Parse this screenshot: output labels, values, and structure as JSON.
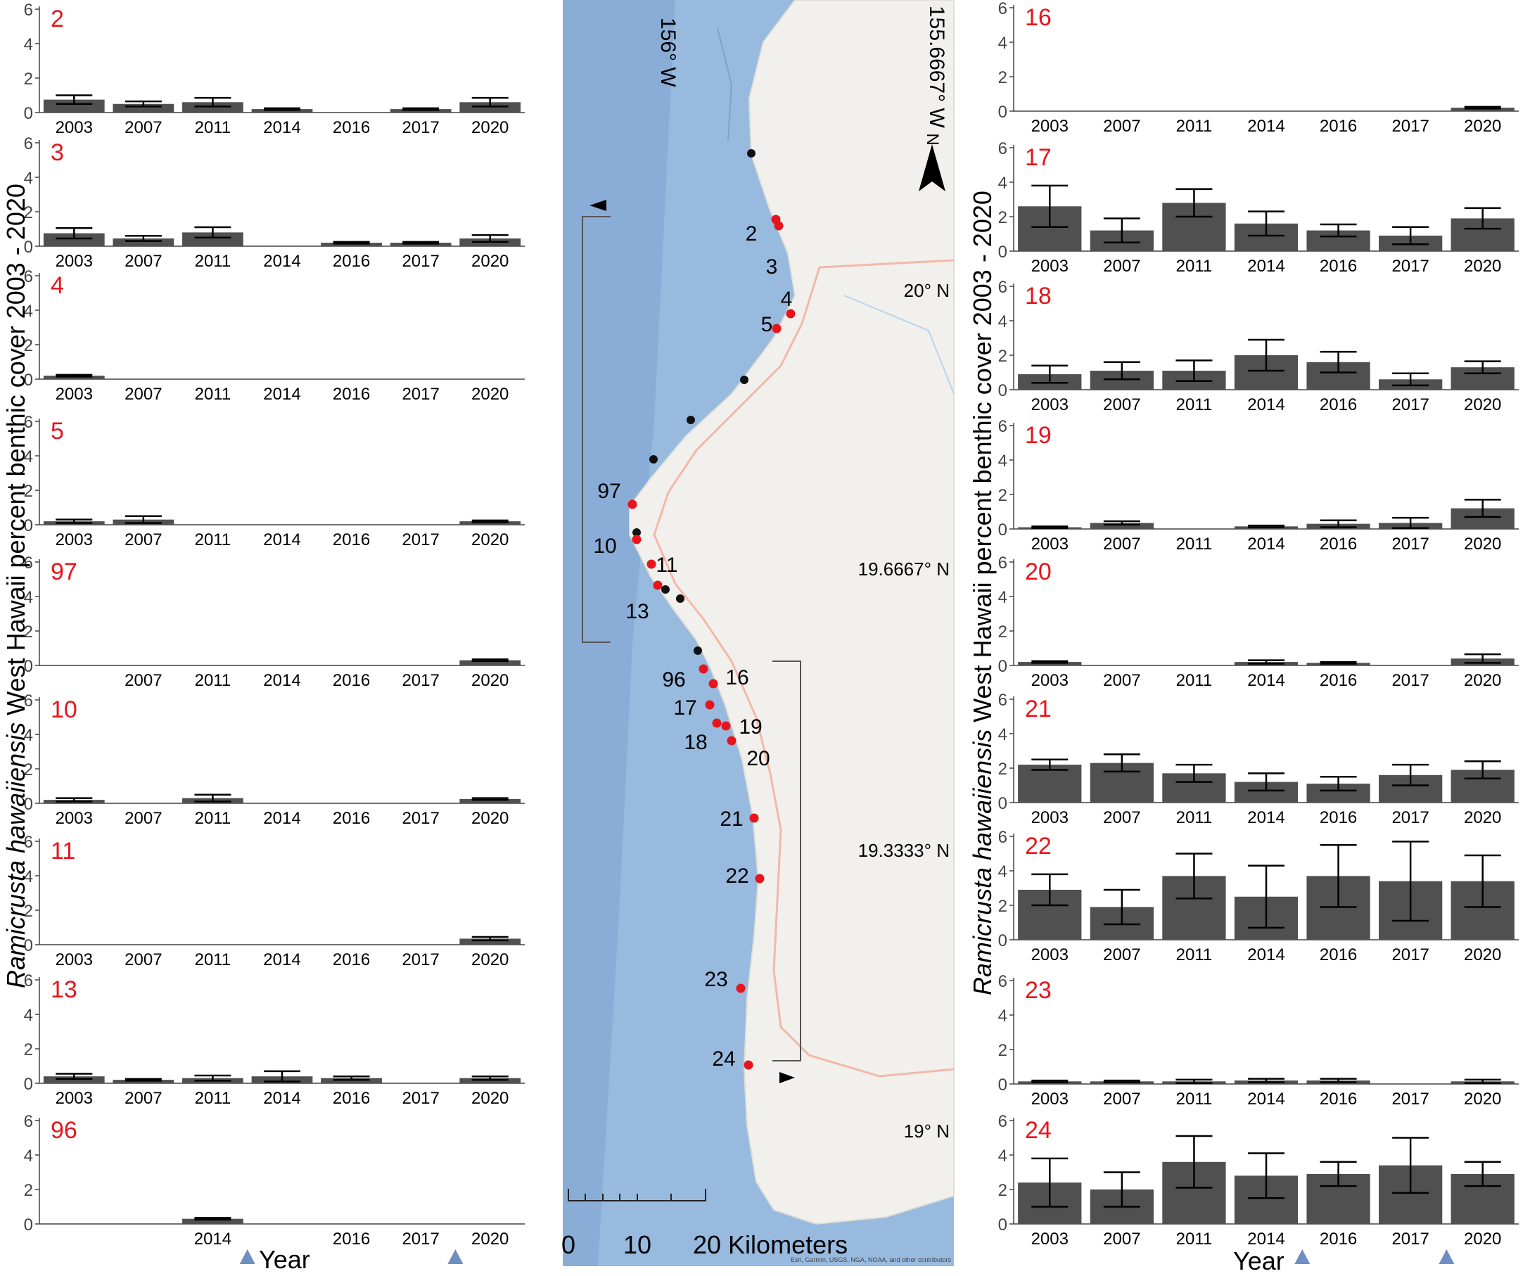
{
  "axis_labels": {
    "y_italic": "Ramicrusta hawaiiensis",
    "y_rest": " West Hawaii percent benthic cover 2003 - 2020",
    "x": "Year"
  },
  "colors": {
    "bar": "#505050",
    "panel_label": "#e8141b",
    "site_red": "#e8141b",
    "site_black": "#111111",
    "triangle": "#6f8fc0",
    "ocean": "#8fb4dc",
    "land": "#f1f0ec"
  },
  "map": {
    "lon_labels": [
      "156° W",
      "155.6667° W"
    ],
    "lat_labels": [
      "20° N",
      "19.6667° N",
      "19.3333° N",
      "19° N"
    ],
    "north_label": "N",
    "scale_labels": [
      "0",
      "10",
      "20 Kilometers"
    ],
    "attribution": "Esri, Garmin, USGS, NGA, NOAA, and other contributors",
    "site_labels": [
      "2",
      "3",
      "4",
      "5",
      "97",
      "10",
      "11",
      "13",
      "96",
      "16",
      "17",
      "19",
      "18",
      "20",
      "21",
      "22",
      "23",
      "24"
    ]
  },
  "chart_data": [
    {
      "type": "bar",
      "site": "2",
      "years": [
        "2003",
        "2007",
        "2011",
        "2014",
        "2016",
        "2017",
        "2020"
      ],
      "values": [
        0.75,
        0.5,
        0.6,
        0.2,
        null,
        0.2,
        0.6
      ],
      "error": [
        0.25,
        0.15,
        0.25,
        0.05,
        null,
        0.05,
        0.25
      ],
      "ylim": [
        0,
        6
      ],
      "yticks": [
        "0",
        "2",
        "4",
        "6"
      ]
    },
    {
      "type": "bar",
      "site": "3",
      "years": [
        "2003",
        "2007",
        "2011",
        "2014",
        "2016",
        "2017",
        "2020"
      ],
      "values": [
        0.75,
        0.45,
        0.8,
        null,
        0.2,
        0.2,
        0.45
      ],
      "error": [
        0.3,
        0.15,
        0.3,
        null,
        0.05,
        0.05,
        0.2
      ],
      "ylim": [
        0,
        6
      ],
      "yticks": [
        "0",
        "2",
        "4",
        "6"
      ]
    },
    {
      "type": "bar",
      "site": "4",
      "years": [
        "2003",
        "2007",
        "2011",
        "2014",
        "2016",
        "2017",
        "2020"
      ],
      "values": [
        0.2,
        null,
        null,
        null,
        null,
        null,
        null
      ],
      "error": [
        0.05,
        null,
        null,
        null,
        null,
        null,
        null
      ],
      "ylim": [
        0,
        6
      ],
      "yticks": [
        "0",
        "2",
        "4",
        "6"
      ]
    },
    {
      "type": "bar",
      "site": "5",
      "years": [
        "2003",
        "2007",
        "2011",
        "2014",
        "2016",
        "2017",
        "2020"
      ],
      "values": [
        0.2,
        0.3,
        null,
        null,
        null,
        null,
        0.2
      ],
      "error": [
        0.1,
        0.2,
        null,
        null,
        null,
        null,
        0.05
      ],
      "ylim": [
        0,
        6
      ],
      "yticks": [
        "0",
        "2",
        "4",
        "6"
      ]
    },
    {
      "type": "bar",
      "site": "97",
      "years": [
        "",
        "2007",
        "2011",
        "2014",
        "2016",
        "2017",
        "2020"
      ],
      "values": [
        null,
        null,
        null,
        null,
        null,
        null,
        0.3
      ],
      "error": [
        null,
        null,
        null,
        null,
        null,
        null,
        0.05
      ],
      "ylim": [
        0,
        6
      ],
      "yticks": [
        "0",
        "2",
        "4",
        "6"
      ]
    },
    {
      "type": "bar",
      "site": "10",
      "years": [
        "2003",
        "2007",
        "2011",
        "2014",
        "2016",
        "2017",
        "2020"
      ],
      "values": [
        0.2,
        null,
        0.3,
        null,
        null,
        null,
        0.25
      ],
      "error": [
        0.1,
        null,
        0.2,
        null,
        null,
        null,
        0.05
      ],
      "ylim": [
        0,
        6
      ],
      "yticks": [
        "0",
        "2",
        "4",
        "6"
      ]
    },
    {
      "type": "bar",
      "site": "11",
      "years": [
        "2003",
        "2007",
        "2011",
        "2014",
        "2016",
        "2017",
        "2020"
      ],
      "values": [
        null,
        null,
        null,
        null,
        null,
        null,
        0.35
      ],
      "error": [
        null,
        null,
        null,
        null,
        null,
        null,
        0.1
      ],
      "ylim": [
        0,
        6
      ],
      "yticks": [
        "0",
        "2",
        "4",
        "6"
      ]
    },
    {
      "type": "bar",
      "site": "13",
      "years": [
        "2003",
        "2007",
        "2011",
        "2014",
        "2016",
        "2017",
        "2020"
      ],
      "values": [
        0.4,
        0.2,
        0.3,
        0.4,
        0.3,
        null,
        0.3
      ],
      "error": [
        0.15,
        0.05,
        0.15,
        0.3,
        0.1,
        null,
        0.1
      ],
      "ylim": [
        0,
        6
      ],
      "yticks": [
        "0",
        "2",
        "4",
        "6"
      ]
    },
    {
      "type": "bar",
      "site": "96",
      "years": [
        "",
        "",
        "2014",
        "",
        "2016",
        "2017",
        "2020"
      ],
      "values": [
        null,
        null,
        0.3,
        null,
        null,
        null,
        null
      ],
      "error": [
        null,
        null,
        0.05,
        null,
        null,
        null,
        null
      ],
      "ylim": [
        0,
        6
      ],
      "yticks": [
        "0",
        "2",
        "4",
        "6"
      ],
      "triangles_after": [
        2,
        5
      ]
    },
    {
      "type": "bar",
      "site": "16",
      "years": [
        "2003",
        "2007",
        "2011",
        "2014",
        "2016",
        "2017",
        "2020"
      ],
      "values": [
        null,
        null,
        null,
        null,
        null,
        null,
        0.2
      ],
      "error": [
        null,
        null,
        null,
        null,
        null,
        null,
        0.05
      ],
      "ylim": [
        0,
        6
      ],
      "yticks": [
        "0",
        "2",
        "4",
        "6"
      ]
    },
    {
      "type": "bar",
      "site": "17",
      "years": [
        "2003",
        "2007",
        "2011",
        "2014",
        "2016",
        "2017",
        "2020"
      ],
      "values": [
        2.6,
        1.2,
        2.8,
        1.6,
        1.2,
        0.9,
        1.9
      ],
      "error": [
        1.2,
        0.7,
        0.8,
        0.7,
        0.35,
        0.5,
        0.6
      ],
      "ylim": [
        0,
        6
      ],
      "yticks": [
        "0",
        "2",
        "4",
        "6"
      ]
    },
    {
      "type": "bar",
      "site": "18",
      "years": [
        "2003",
        "2007",
        "2011",
        "2014",
        "2016",
        "2017",
        "2020"
      ],
      "values": [
        0.9,
        1.1,
        1.1,
        2.0,
        1.6,
        0.6,
        1.3
      ],
      "error": [
        0.5,
        0.5,
        0.6,
        0.9,
        0.6,
        0.35,
        0.35
      ],
      "ylim": [
        0,
        6
      ],
      "yticks": [
        "0",
        "2",
        "4",
        "6"
      ]
    },
    {
      "type": "bar",
      "site": "19",
      "years": [
        "2003",
        "2007",
        "2011",
        "2014",
        "2016",
        "2017",
        "2020"
      ],
      "values": [
        0.1,
        0.35,
        null,
        0.15,
        0.3,
        0.35,
        1.2
      ],
      "error": [
        0.05,
        0.1,
        null,
        0.05,
        0.2,
        0.3,
        0.5
      ],
      "ylim": [
        0,
        6
      ],
      "yticks": [
        "0",
        "2",
        "4",
        "6"
      ]
    },
    {
      "type": "bar",
      "site": "20",
      "years": [
        "2003",
        "2007",
        "2011",
        "2014",
        "2016",
        "2017",
        "2020"
      ],
      "values": [
        0.2,
        null,
        null,
        0.2,
        0.15,
        null,
        0.4
      ],
      "error": [
        0.05,
        null,
        null,
        0.1,
        0.05,
        null,
        0.25
      ],
      "ylim": [
        0,
        6
      ],
      "yticks": [
        "0",
        "2",
        "4",
        "6"
      ]
    },
    {
      "type": "bar",
      "site": "21",
      "years": [
        "2003",
        "2007",
        "2011",
        "2014",
        "2016",
        "2017",
        "2020"
      ],
      "values": [
        2.2,
        2.3,
        1.7,
        1.2,
        1.1,
        1.6,
        1.9
      ],
      "error": [
        0.3,
        0.5,
        0.5,
        0.5,
        0.4,
        0.6,
        0.5
      ],
      "ylim": [
        0,
        6
      ],
      "yticks": [
        "0",
        "2",
        "4",
        "6"
      ]
    },
    {
      "type": "bar",
      "site": "22",
      "years": [
        "2003",
        "2007",
        "2011",
        "2014",
        "2016",
        "2017",
        "2020"
      ],
      "values": [
        2.9,
        1.9,
        3.7,
        2.5,
        3.7,
        3.4,
        3.4
      ],
      "error": [
        0.9,
        1.0,
        1.3,
        1.8,
        1.8,
        2.3,
        1.5
      ],
      "ylim": [
        0,
        6
      ],
      "yticks": [
        "0",
        "2",
        "4",
        "6"
      ]
    },
    {
      "type": "bar",
      "site": "23",
      "years": [
        "2003",
        "2007",
        "2011",
        "2014",
        "2016",
        "2017",
        "2020"
      ],
      "values": [
        0.15,
        0.15,
        0.15,
        0.2,
        0.2,
        null,
        0.15
      ],
      "error": [
        0.05,
        0.05,
        0.1,
        0.1,
        0.1,
        null,
        0.1
      ],
      "ylim": [
        0,
        6
      ],
      "yticks": [
        "0",
        "2",
        "4",
        "6"
      ]
    },
    {
      "type": "bar",
      "site": "24",
      "years": [
        "2003",
        "2007",
        "2011",
        "2014",
        "2016",
        "2017",
        "2020"
      ],
      "values": [
        2.4,
        2.0,
        3.6,
        2.8,
        2.9,
        3.4,
        2.9
      ],
      "error": [
        1.4,
        1.0,
        1.5,
        1.3,
        0.7,
        1.6,
        0.7
      ],
      "ylim": [
        0,
        6
      ],
      "yticks": [
        "0",
        "2",
        "4",
        "6"
      ],
      "triangles_after": [
        3,
        5
      ]
    }
  ]
}
